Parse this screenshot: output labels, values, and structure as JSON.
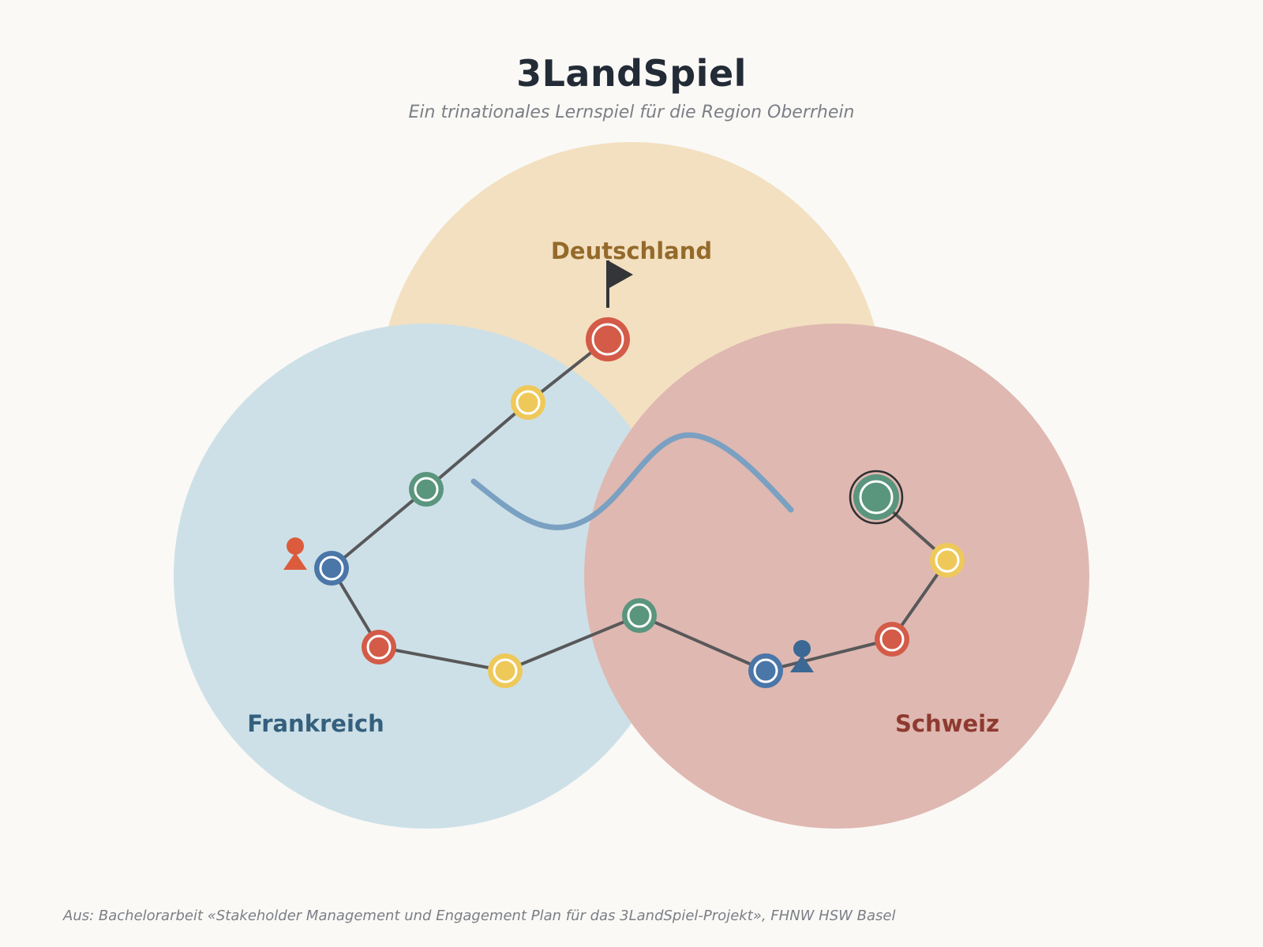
{
  "header": {
    "title": "3LandSpiel",
    "subtitle": "Ein trinationales Lernspiel für die Region Oberrhein"
  },
  "countries": {
    "germany": {
      "label": "Deutschland",
      "fill": "#f3e0c0",
      "label_color": "#946a2b"
    },
    "france": {
      "label": "Frankreich",
      "fill": "#cde0e7",
      "label_color": "#34607d"
    },
    "switzerland": {
      "label": "Schweiz",
      "fill": "#dfb8b1",
      "label_color": "#8e3a30"
    }
  },
  "colors": {
    "path_line": "#58585a",
    "river": "#7aa0c2",
    "node_red": "#d35b48",
    "node_yellow": "#eec95a",
    "node_green": "#5a957e",
    "node_blue": "#4a76a8",
    "flag": "#333538",
    "player_orange": "#dc5b3c",
    "player_blue": "#3b6894"
  },
  "icons": {
    "goal": "flag-icon",
    "player_france": "player-pawn-icon",
    "player_switzerland": "player-pawn-icon"
  },
  "footer": {
    "caption": "Aus: Bachelorarbeit «Stakeholder Management und Engagement Plan für das 3LandSpiel-Projekt», FHNW HSW Basel"
  }
}
